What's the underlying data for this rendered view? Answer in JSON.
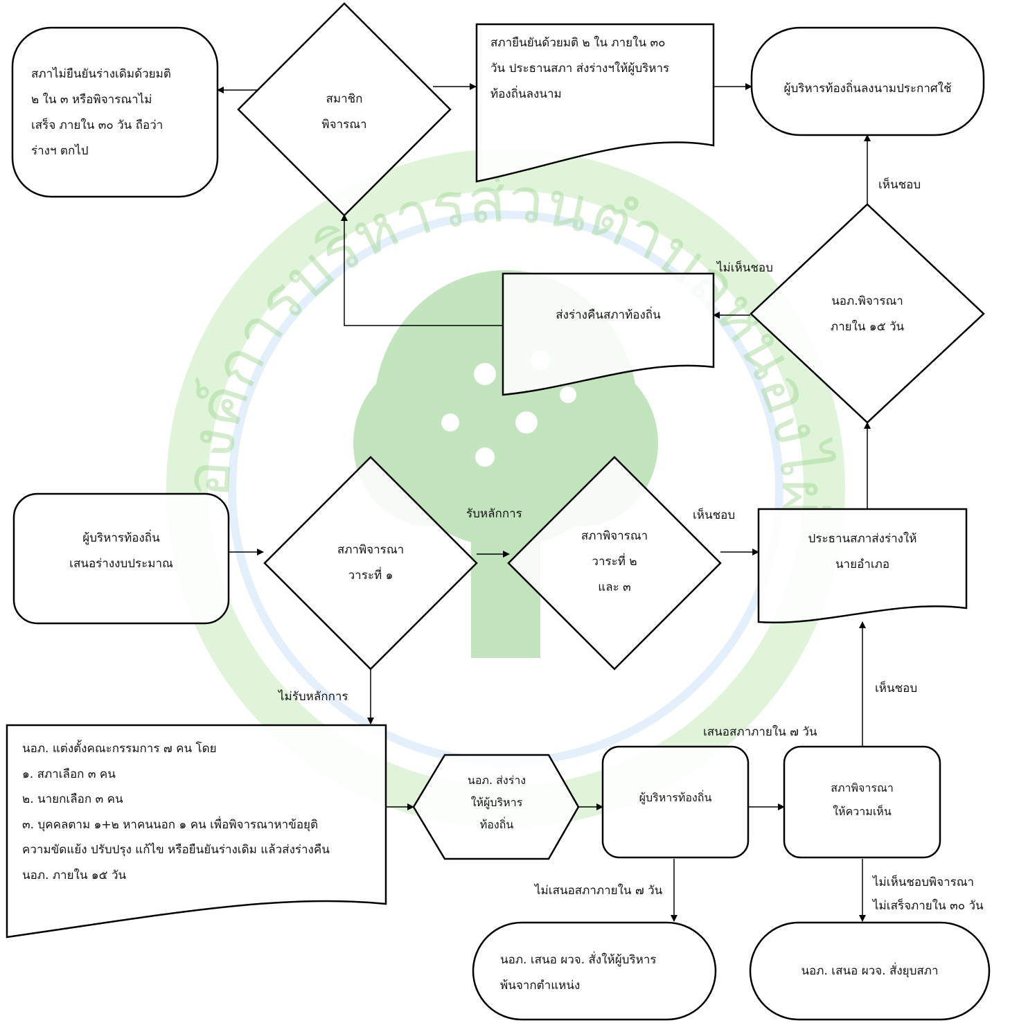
{
  "nodes": {
    "executive_proposes": {
      "lines": [
        "ผู้บริหารท้องถิ่น",
        "เสนอร่างงบประมาณ"
      ]
    },
    "council_first_reading": {
      "lines": [
        "สภาพิจารณา",
        "วาระที่ ๑"
      ]
    },
    "council_second_third": {
      "lines": [
        "สภาพิจารณา",
        "วาระที่ ๒",
        "และ ๓"
      ]
    },
    "chair_sends_to_district": {
      "lines": [
        "ประธานสภาส่งร่างให้",
        "นายอำเภอ"
      ]
    },
    "district_review_15_days": {
      "lines": [
        "นอภ.พิจารณา",
        "ภายใน ๑๕ วัน"
      ]
    },
    "executive_signs": {
      "lines": [
        "ผู้บริหารท้องถิ่นลงนามประกาศใช้"
      ]
    },
    "return_to_council": {
      "lines": [
        "ส่งร่างคืนสภาท้องถิ่น"
      ]
    },
    "members_consider": {
      "lines": [
        "สมาชิก",
        "พิจารณา"
      ]
    },
    "council_confirms": {
      "lines": [
        "สภายืนยันด้วยมติ ๒ ใน ภายใน ๓๐",
        "วัน ประธานสภา ส่งร่างฯให้ผู้บริหาร",
        "ท้องถิ่นลงนาม"
      ]
    },
    "draft_lapses": {
      "lines": [
        "สภาไม่ยืนยันร่างเดิมด้วยมติ",
        "๒ ใน ๓ หรือพิจารณาไม่",
        "เสร็จ ภายใน ๓๐ วัน ถือว่า",
        "ร่างฯ ตกไป"
      ]
    },
    "committee_appointed": {
      "lines": [
        "นอภ. แต่งตั้งคณะกรรมการ ๗ คน โดย",
        "๑. สภาเลือก ๓ คน",
        "๒. นายกเลือก ๓ คน",
        "๓. บุคคลตาม ๑+๒ หาคนนอก ๑ คน เพื่อพิจารณาหาข้อยุติ",
        "ความขัดแย้ง ปรับปรุง แก้ไข หรือยืนยันร่างเดิม แล้วส่งร่างคืน",
        "นอภ. ภายใน ๑๕ วัน"
      ]
    },
    "district_sends_to_executive": {
      "lines": [
        "นอภ. ส่งร่าง",
        "ให้ผู้บริหาร",
        "ท้องถิ่น"
      ]
    },
    "local_executive": {
      "lines": [
        "ผู้บริหารท้องถิ่น"
      ]
    },
    "council_opinion": {
      "lines": [
        "สภาพิจารณา",
        "ให้ความเห็น"
      ]
    },
    "executive_removed": {
      "lines": [
        "นอภ. เสนอ ผวจ. สั่งให้ผู้บริหาร",
        "พ้นจากตำแหน่ง"
      ]
    },
    "council_dissolved": {
      "lines": [
        "นอภ. เสนอ ผวจ. สั่งยุบสภา"
      ]
    }
  },
  "edge_labels": {
    "accept_principle": "รับหลักการ",
    "reject_principle": "ไม่รับหลักการ",
    "approve_1": "เห็นชอบ",
    "approve_2": "เห็นชอบ",
    "approve_3": "เห็นชอบ",
    "disapprove": "ไม่เห็นชอบ",
    "propose_within_7": "เสนอสภาภายใน ๗ วัน",
    "not_propose_within_7": "ไม่เสนอสภาภายใน ๗ วัน",
    "disapprove_or_unfinished_line1": "ไม่เห็นชอบพิจารณา",
    "disapprove_or_unfinished_line2": "ไม่เสร็จภายใน ๓๐ วัน"
  },
  "watermark": {
    "text": "องค์การบริหารส่วนตำบลหนองไผ่",
    "ring_color": "#c8ecc0",
    "tree_color": "#8fcf88"
  }
}
